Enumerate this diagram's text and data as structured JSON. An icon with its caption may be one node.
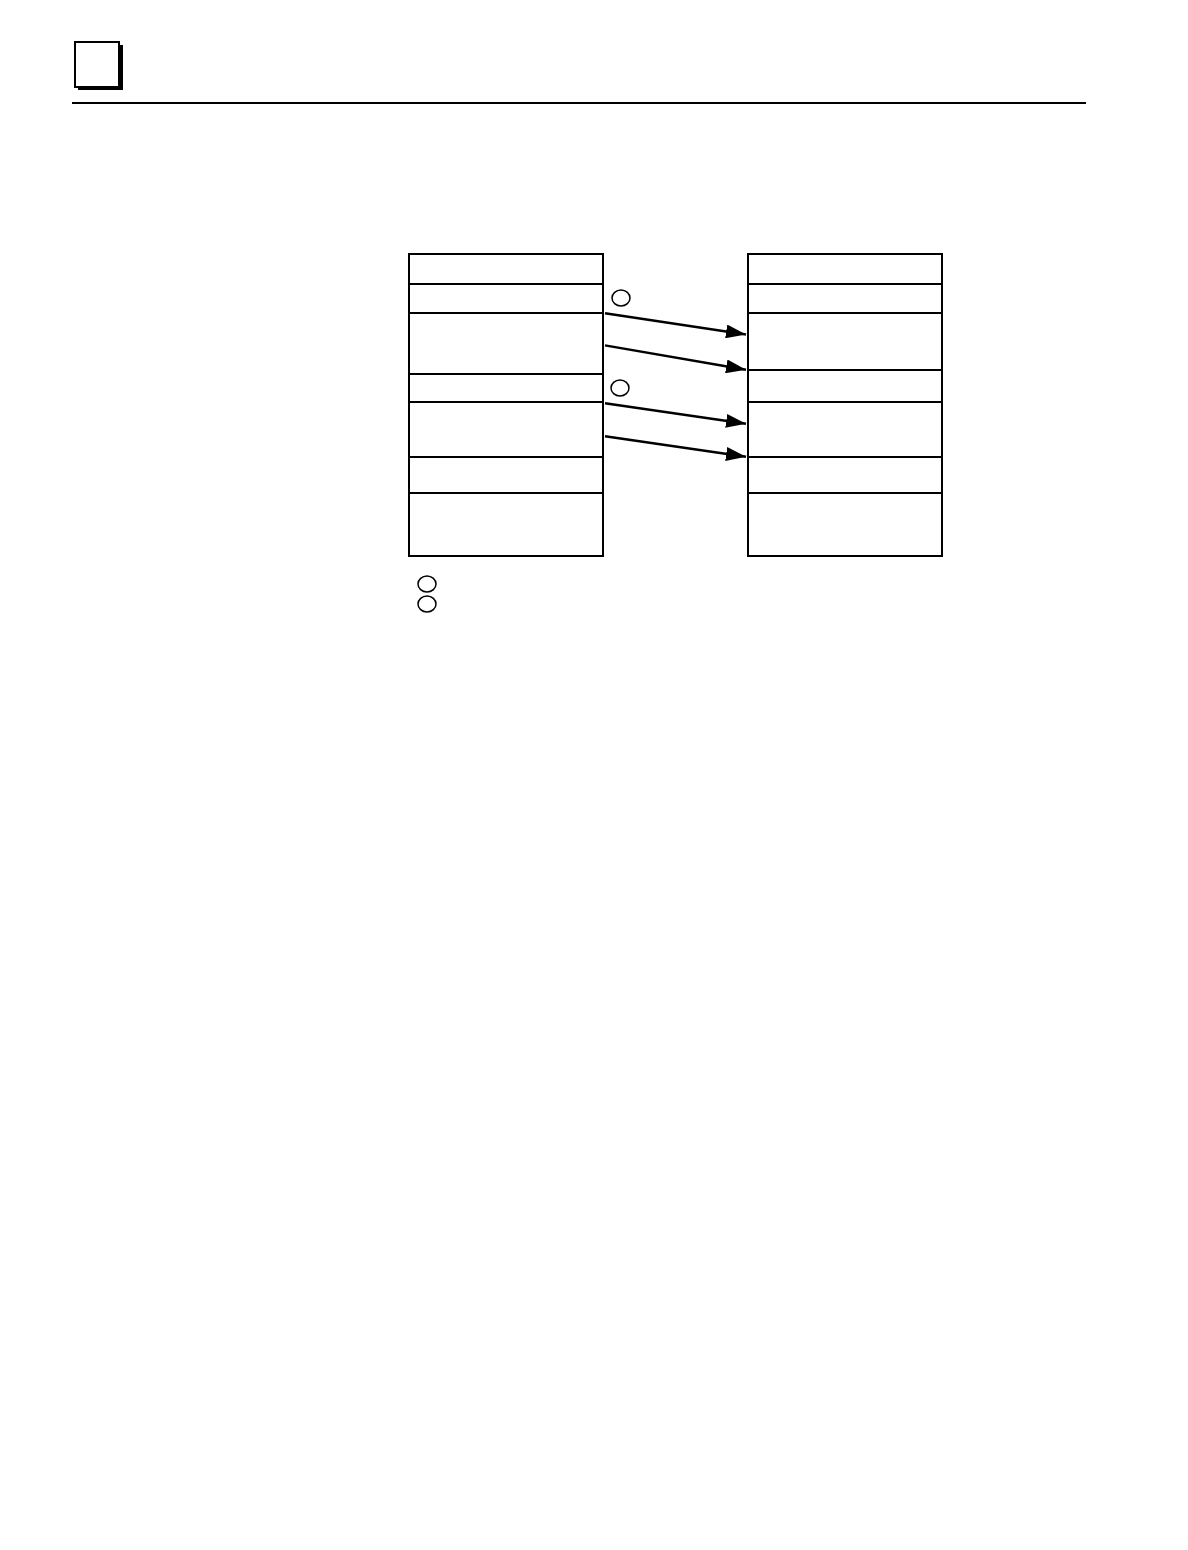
{
  "diagram": {
    "nodes": [
      {
        "text": [],
        "shape": "box"
      },
      {
        "text": [],
        "shape": "box"
      },
      {
        "text": [],
        "shape": "box"
      },
      {
        "text": [],
        "shape": "box"
      },
      {
        "text": [],
        "shape": "box"
      },
      {
        "text": [],
        "shape": "box"
      },
      {
        "text": [],
        "shape": "box"
      },
      {
        "text": [],
        "shape": "box"
      },
      {
        "text": [],
        "shape": "box"
      },
      {
        "text": [],
        "shape": "box"
      },
      {
        "text": [],
        "shape": "box"
      },
      {
        "text": [],
        "shape": "box"
      },
      {
        "text": [],
        "shape": "box"
      },
      {
        "text": [],
        "shape": "box"
      }
    ],
    "edges": [
      {
        "from": 2,
        "to": 9,
        "arrow": "to"
      },
      {
        "from": 2,
        "to": 9,
        "arrow": "to"
      },
      {
        "from": 4,
        "to": 11,
        "arrow": "to"
      },
      {
        "from": 4,
        "to": 11,
        "arrow": "to"
      }
    ]
  }
}
